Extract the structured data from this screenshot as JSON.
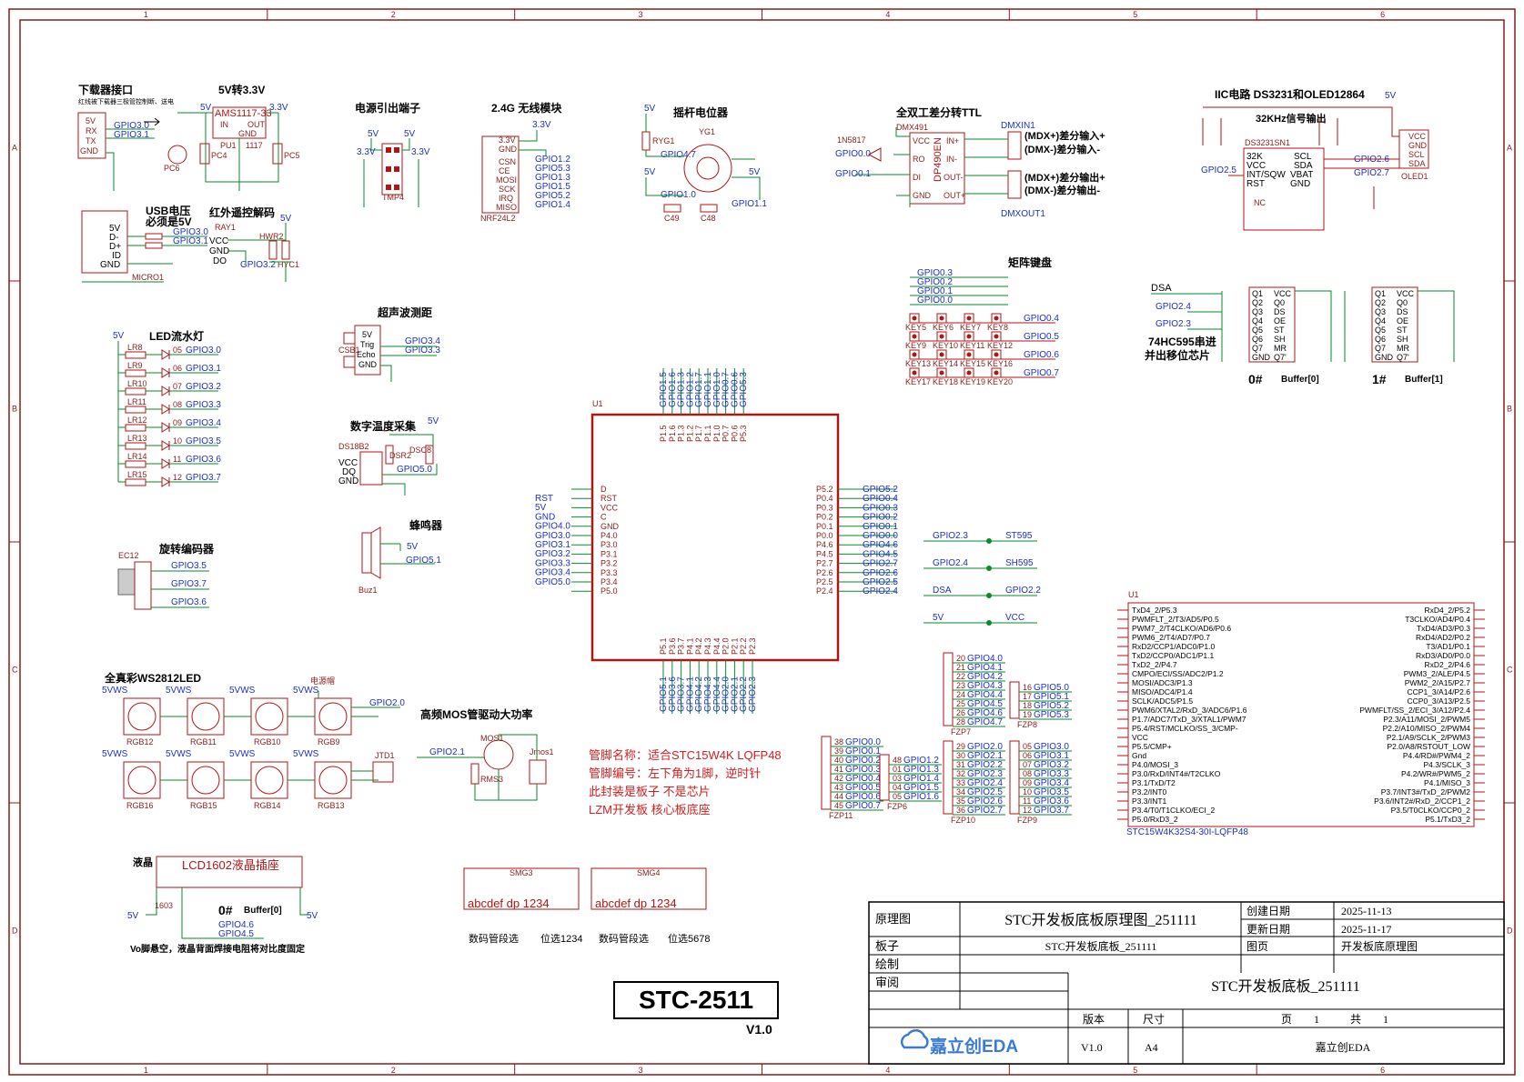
{
  "frame": {
    "columns": [
      "1",
      "2",
      "3",
      "4",
      "5",
      "6"
    ],
    "rows": [
      "A",
      "B",
      "C",
      "D"
    ]
  },
  "blocks": {
    "downloader": {
      "title": "下载器接口",
      "subtitle": "红线被下载器三极管控制断、送电",
      "pins": [
        "5V",
        "RX",
        "TX",
        "GND"
      ],
      "nets": [
        "GPIO3.0",
        "GPIO3.1"
      ]
    },
    "ldo": {
      "title": "5V转3.3V",
      "part": "AMS1117-33",
      "pins": [
        "IN",
        "OUT",
        "GND"
      ],
      "refs": [
        "PU1",
        "1117",
        "PC4",
        "PC5",
        "PC6"
      ]
    },
    "power_pins": {
      "title": "电源引出端子",
      "ref": "TMP4",
      "nets": [
        "5V",
        "3.3V"
      ]
    },
    "nrf": {
      "title": "2.4G 无线模块",
      "ref": "NRF24L2",
      "pins": [
        "3.3V",
        "GND",
        "CSN",
        "CE",
        "MOSI",
        "SCK",
        "IRQ",
        "MISO"
      ],
      "nets": [
        "GPIO1.2",
        "GPIO5.3",
        "GPIO1.3",
        "GPIO1.5",
        "GPIO5.2",
        "GPIO1.4"
      ]
    },
    "joystick": {
      "title": "摇杆电位器",
      "refs": [
        "RYG1",
        "YG1",
        "C49",
        "C48"
      ],
      "nets": [
        "GPIO4.7",
        "GPIO1.0",
        "GPIO1.1"
      ]
    },
    "rs485": {
      "title": "全双工差分转TTL",
      "ref": "DMX491",
      "chip": "DP490EN",
      "pins": [
        "VCC",
        "RO",
        "DI",
        "GND",
        "IN+",
        "IN-",
        "OUT-",
        "OUT+"
      ],
      "labels": [
        "(MDX+)差分输入+",
        "(DMX-)差分输入-",
        "(MDX+)差分输出+",
        "(DMX-)差分输出-"
      ],
      "diode": "1N5817",
      "nets": [
        "GPIO0.0",
        "GPIO0.1",
        "DMXIN1",
        "DMXOUT1"
      ]
    },
    "iic": {
      "title": "IIC电路 DS3231和OLED12864",
      "rtc": "DS3231SN1",
      "oled": "OLED1",
      "crystal": "32KHz信号输出",
      "pins": [
        "32K",
        "VCC",
        "INT/SQW",
        "RST",
        "SCL",
        "SDA",
        "VBAT",
        "GND",
        "NC"
      ],
      "nets": [
        "GPIO2.5",
        "GPIO2.6",
        "GPIO2.7"
      ]
    },
    "usb": {
      "title": "USB电压",
      "subtitle": "必须是5V",
      "ref": "MICRO1",
      "pins": [
        "5V",
        "D-",
        "D+",
        "ID",
        "GND"
      ],
      "nets": [
        "GPIO3.0",
        "GPIO3.1"
      ]
    },
    "ir": {
      "title": "红外遥控解码",
      "ref": "RAY1",
      "pins": [
        "VCC",
        "GND",
        "DO"
      ],
      "nets": [
        "GPIO3.2"
      ],
      "refs": [
        "HWR2",
        "HYC1"
      ]
    },
    "leds": {
      "title": "LED流水灯",
      "refs": [
        "LR8",
        "LR9",
        "LR10",
        "LR11",
        "LR12",
        "LR13",
        "LR14",
        "LR15"
      ],
      "nets": [
        "GPIO3.0",
        "GPIO3.1",
        "GPIO3.2",
        "GPIO3.3",
        "GPIO3.4",
        "GPIO3.5",
        "GPIO3.6",
        "GPIO3.7"
      ],
      "pins": [
        "05",
        "06",
        "07",
        "08",
        "09",
        "10",
        "11",
        "12"
      ]
    },
    "ultrasonic": {
      "title": "超声波测距",
      "ref": "CSB1",
      "pins": [
        "5V",
        "Trig",
        "Echo",
        "GND"
      ],
      "nets": [
        "GPIO3.4",
        "GPIO3.3"
      ]
    },
    "temp": {
      "title": "数字温度采集",
      "ref": "DS18B2",
      "pins": [
        "VCC",
        "DQ",
        "GND"
      ],
      "nets": [
        "GPIO5.0"
      ],
      "refs": [
        "DSR2",
        "DSC8"
      ]
    },
    "buzzer": {
      "title": "蜂鸣器",
      "ref": "Buz1",
      "net": "GPIO5.1"
    },
    "encoder": {
      "title": "旋转编码器",
      "ref": "EC12",
      "nets": [
        "GPIO3.5",
        "GPIO3.7",
        "GPIO3.6"
      ]
    },
    "matrix": {
      "title": "矩阵键盘",
      "nets_in": [
        "GPIO0.3",
        "GPIO0.2",
        "GPIO0.1",
        "GPIO0.0"
      ],
      "nets_out": [
        "GPIO0.4",
        "GPIO0.5",
        "GPIO0.6",
        "GPIO0.7"
      ],
      "keys": [
        "KEY5",
        "KEY6",
        "KEY7",
        "KEY8",
        "KEY9",
        "KEY10",
        "KEY11",
        "KEY12",
        "KEY13",
        "KEY14",
        "KEY15",
        "KEY16",
        "KEY17",
        "KEY18",
        "KEY19",
        "KEY20"
      ]
    },
    "shift": {
      "title": "74HC595串进",
      "subtitle": "并出移位芯片",
      "buf0": "0#",
      "buf0_label": "Buffer[0]",
      "buf1": "1#",
      "buf1_label": "Buffer[1]",
      "nets": [
        "DSA",
        "GPIO2.4",
        "GPIO2.3"
      ],
      "pins_l": [
        "Q1",
        "Q2",
        "Q3",
        "Q4",
        "Q5",
        "Q6",
        "Q7",
        "GND"
      ],
      "pins_r": [
        "VCC",
        "Q0",
        "DS",
        "OE",
        "ST",
        "SH",
        "MR",
        "Q7'"
      ]
    },
    "ws2812": {
      "title": "全真彩WS2812LED",
      "refs_top": [
        "RGB12",
        "RGB11",
        "RGB10",
        "RGB9"
      ],
      "refs_bot": [
        "RGB16",
        "RGB15",
        "RGB14",
        "RGB13"
      ],
      "net": "GPIO2.0",
      "vws": "5VWS",
      "jumper": "电源帽",
      "jtd": "JTD1"
    },
    "mos": {
      "title": "高频MOS管驱动大功率",
      "refs": [
        "MOS1",
        "RMS3",
        "Jmos1"
      ],
      "net": "GPIO2.1"
    },
    "lcd": {
      "title": "LCD1602液晶插座",
      "label": "液晶",
      "ref": "1603",
      "buf": "0#",
      "buf_label": "Buffer[0]",
      "nets": [
        "GPIO4.6",
        "GPIO4.5"
      ],
      "note": "Vo脚悬空，液晶背面焊接电阻将对比度固定"
    },
    "seg": {
      "refs": [
        "SMG3",
        "SMG4"
      ],
      "labels": [
        "数码管段选",
        "位选1234",
        "数码管段选",
        "位选5678"
      ],
      "chars": "abcdef dp 1234"
    },
    "mcu": {
      "ref": "U1",
      "top_pins": [
        "P1.5",
        "P1.6",
        "P1.3",
        "P1.2",
        "P1.7",
        "P1.1",
        "P1.0",
        "P0.7",
        "P0.6",
        "P5.3"
      ],
      "top_nets": [
        "GPIO1.5",
        "GPIO1.6",
        "GPIO1.3",
        "GPIO1.2",
        "GPIO1.7",
        "GPIO1.1",
        "GPIO1.0",
        "GPIO0.7",
        "GPIO0.6",
        "GPIO5.3"
      ],
      "left_pins": [
        "D",
        "RST",
        "VCC",
        "C",
        "GND",
        "P4.0",
        "P3.0",
        "P3.1",
        "P3.2",
        "P3.3",
        "P3.4",
        "P5.0"
      ],
      "left_nets": [
        "RST",
        "5V",
        "GND",
        "GPIO4.0",
        "GPIO3.0",
        "GPIO3.1",
        "GPIO3.2",
        "GPIO3.3",
        "GPIO3.4",
        "GPIO5.0"
      ],
      "right_pins": [
        "P5.2",
        "P0.4",
        "P0.3",
        "P0.2",
        "P0.1",
        "P0.0",
        "P4.6",
        "P4.5",
        "P2.7",
        "P2.6",
        "P2.5",
        "P2.4"
      ],
      "right_nets": [
        "GPIO5.2",
        "GPIO0.4",
        "GPIO0.3",
        "GPIO0.2",
        "GPIO0.1",
        "GPIO0.0",
        "GPIO4.6",
        "GPIO4.5",
        "GPIO2.7",
        "GPIO2.6",
        "GPIO2.5",
        "GPIO2.4"
      ],
      "bot_pins": [
        "P5.1",
        "P3.6",
        "P3.7",
        "P4.1",
        "P4.2",
        "P4.3",
        "P4.4",
        "P2.0",
        "P2.1",
        "P2.2",
        "P2.3"
      ],
      "bot_nets": [
        "GPIO5.1",
        "GPIO3.6",
        "GPIO3.7",
        "GPIO4.1",
        "GPIO4.2",
        "GPIO4.3",
        "GPIO4.4",
        "GPIO2.0",
        "GPIO2.1",
        "GPIO2.2",
        "GPIO2.3"
      ]
    },
    "netties": [
      [
        "GPIO2.3",
        "ST595"
      ],
      [
        "GPIO2.4",
        "SH595"
      ],
      [
        "DSA",
        "GPIO2.2"
      ],
      [
        "5V",
        "VCC"
      ]
    ],
    "notes": [
      "管脚名称：适合STC15W4K LQFP48",
      "管脚编号：左下角为1脚，逆时针",
      "此封装是板子 不是芯片",
      "LZM开发板 核心板底座"
    ],
    "headers": {
      "refs": [
        "FZP7",
        "FZP8",
        "FZP11",
        "FZP6",
        "FZP10",
        "FZP9"
      ]
    },
    "u1_right": {
      "ref": "U1",
      "part": "STC15W4K32S4-30I-LQFP48",
      "left": [
        "TxD4_2/P5.3",
        "PWMFLT_2/T3/AD5/P0.5",
        "PWM7_2/T4CLKO/AD6/P0.6",
        "PWM6_2/T4/AD7/P0.7",
        "RxD2/CCP1/ADC0/P1.0",
        "TxD2/CCP0/ADC1/P1.1",
        "TxD2_2/P4.7",
        "CMPO/ECI/SS/ADC2/P1.2",
        "MOSI/ADC3/P1.3",
        "MISO/ADC4/P1.4",
        "SCLK/ADC5/P1.5",
        "PWM6/XTAL2/RxD_3/ADC6/P1.6",
        "P1.7/ADC7/TxD_3/XTAL1/PWM7",
        "P5.4/RST/MCLKO/SS_3/CMP-",
        "VCC",
        "P5.5/CMP+",
        "Gnd",
        "P4.0/MOSI_3",
        "P3.0/RxD/INT4#/T2CLKO",
        "P3.1/TxD/T2",
        "P3.2/INT0",
        "P3.3/INT1",
        "P3.4/T0/T1CLKO/ECI_2",
        "P5.0/RxD3_2"
      ],
      "right": [
        "RxD4_2/P5.2",
        "T3CLKO/AD4/P0.4",
        "TxD4/AD3/P0.3",
        "RxD4/AD2/P0.2",
        "T3/AD1/P0.1",
        "RxD3/AD0/P0.0",
        "RxD2_2/P4.6",
        "PWM3_2/ALE/P4.5",
        "PWM2_2/A15/P2.7",
        "CCP1_3/A14/P2.6",
        "CCP0_3/A13/P2.5",
        "PWMFLT/SS_2/ECI_3/A12/P2.4",
        "P2.3/A11/MOSI_2/PWM5",
        "P2.2/A10/MISO_2/PWM4",
        "P2.1/A9/SCLK_2/PWM3",
        "P2.0/A8/RSTOUT_LOW",
        "P4.4/RD#/PWM4_2",
        "P4.3/SCLK_3",
        "P4.2/WR#/PWM5_2",
        "P4.1/MISO_3",
        "P3.7/INT3#/TxD_2/PWM2",
        "P3.6/INT2#/RxD_2/CCP1_2",
        "P3.5/T0CLKO/CCP0_2",
        "P5.1/TxD3_2"
      ]
    }
  },
  "stamp": {
    "title": "STC-2511",
    "version": "V1.0"
  },
  "title_block": {
    "r1_label": "原理图",
    "r1_value": "STC开发板底板原理图_251111",
    "create_label": "创建日期",
    "create_date": "2025-11-13",
    "update_label": "更新日期",
    "update_date": "2025-11-17",
    "r2_label": "板子",
    "r2_value": "STC开发板底板_251111",
    "page_label": "图页",
    "page_value": "开发板底原理图",
    "r3_label": "绘制",
    "r4_label": "审阅",
    "big_title": "STC开发板底板_251111",
    "ver_label": "版本",
    "size_label": "尺寸",
    "page_word": "页",
    "page_num": "1",
    "total_word": "共",
    "total_num": "1",
    "logo_text": "嘉立创EDA",
    "ver_value": "V1.0",
    "size_value": "A4",
    "company": "嘉立创EDA"
  },
  "colors": {
    "border": "#8a1b1b",
    "wire": "#0a8a2a",
    "net": "#1b2fc9",
    "part": "#b01515",
    "note": "#d21f1f",
    "logo": "#3a7bd5"
  }
}
